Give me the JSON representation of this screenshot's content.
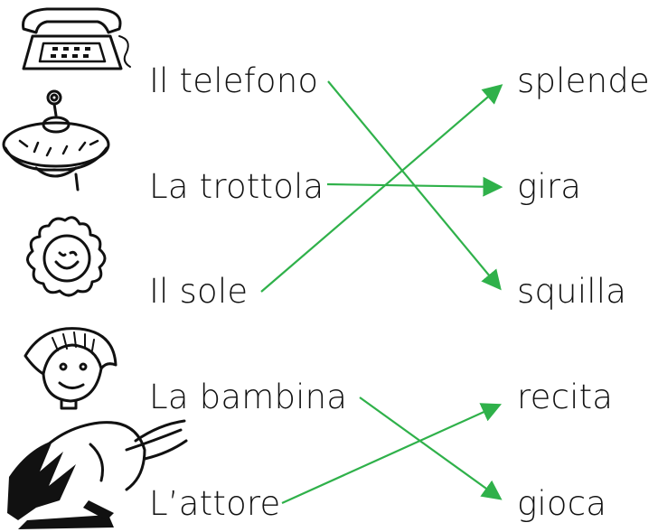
{
  "subjects": [
    {
      "label": "Il telefono",
      "icon": "telephone-icon"
    },
    {
      "label": "La trottola",
      "icon": "spinning-top-icon"
    },
    {
      "label": "Il sole",
      "icon": "sun-icon"
    },
    {
      "label": "La bambina",
      "icon": "girl-icon"
    },
    {
      "label": "L’attore",
      "icon": "actor-icon"
    }
  ],
  "verbs": [
    {
      "label": "splende"
    },
    {
      "label": "gira"
    },
    {
      "label": "squilla"
    },
    {
      "label": "recita"
    },
    {
      "label": "gioca"
    }
  ],
  "matches": [
    {
      "subject": "Il telefono",
      "verb": "squilla"
    },
    {
      "subject": "La trottola",
      "verb": "gira"
    },
    {
      "subject": "Il sole",
      "verb": "splende"
    },
    {
      "subject": "La bambina",
      "verb": "gioca"
    },
    {
      "subject": "L’attore",
      "verb": "recita"
    }
  ],
  "colors": {
    "arrow": "#2fb14a",
    "ink": "#111111"
  }
}
